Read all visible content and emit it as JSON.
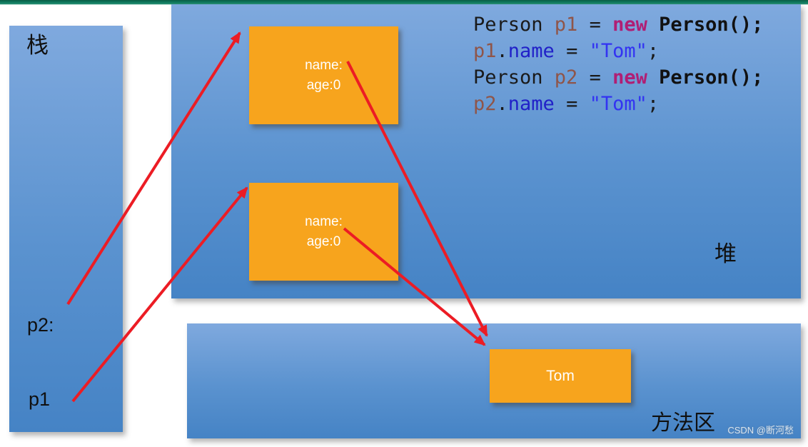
{
  "stack": {
    "label": "栈",
    "vars": [
      {
        "label": "p2:"
      },
      {
        "label": "p1"
      }
    ]
  },
  "heap": {
    "label": "堆",
    "objects": [
      {
        "fields": [
          "name:",
          "age:0"
        ]
      },
      {
        "fields": [
          "name:",
          "age:0"
        ]
      }
    ]
  },
  "method_area": {
    "label": "方法区",
    "constant": "Tom"
  },
  "code": {
    "lines": [
      [
        {
          "text": "Person ",
          "type": "plain"
        },
        {
          "text": "p1",
          "type": "var"
        },
        {
          "text": " = ",
          "type": "plain"
        },
        {
          "text": "new",
          "type": "kw"
        },
        {
          "text": " ",
          "type": "plain"
        },
        {
          "text": "Person();",
          "type": "bold"
        }
      ],
      [
        {
          "text": "p1",
          "type": "var"
        },
        {
          "text": ".",
          "type": "plain"
        },
        {
          "text": "name",
          "type": "member"
        },
        {
          "text": " = ",
          "type": "plain"
        },
        {
          "text": "\"Tom\"",
          "type": "str"
        },
        {
          "text": ";",
          "type": "plain"
        }
      ],
      [
        {
          "text": "Person ",
          "type": "plain"
        },
        {
          "text": "p2",
          "type": "var"
        },
        {
          "text": " = ",
          "type": "plain"
        },
        {
          "text": "new",
          "type": "kw"
        },
        {
          "text": " ",
          "type": "plain"
        },
        {
          "text": "Person();",
          "type": "bold"
        }
      ],
      [
        {
          "text": "p2",
          "type": "var"
        },
        {
          "text": ".",
          "type": "plain"
        },
        {
          "text": "name",
          "type": "member"
        },
        {
          "text": " = ",
          "type": "plain"
        },
        {
          "text": "\"Tom\"",
          "type": "str"
        },
        {
          "text": ";",
          "type": "plain"
        }
      ]
    ]
  },
  "watermark": {
    "text": "CSDN @断河愁"
  },
  "arrows": [
    {
      "from": "stack-var-p2",
      "to": "heap-object-1"
    },
    {
      "from": "stack-var-p1",
      "to": "heap-object-2"
    },
    {
      "from": "heap-object-1-name",
      "to": "method-area-tom-constant"
    },
    {
      "from": "heap-object-2-name",
      "to": "method-area-tom-constant"
    }
  ],
  "colors": {
    "top_bar_green": "#0f7a5e",
    "panel_blue_top": "#7fa9de",
    "panel_blue_bottom": "#4583c5",
    "object_orange": "#f7a41d",
    "arrow_red": "#ec1c24",
    "code_keyword": "#b01e74",
    "code_variable": "#8f5549",
    "code_member": "#2121c8",
    "code_string": "#3333f2"
  }
}
